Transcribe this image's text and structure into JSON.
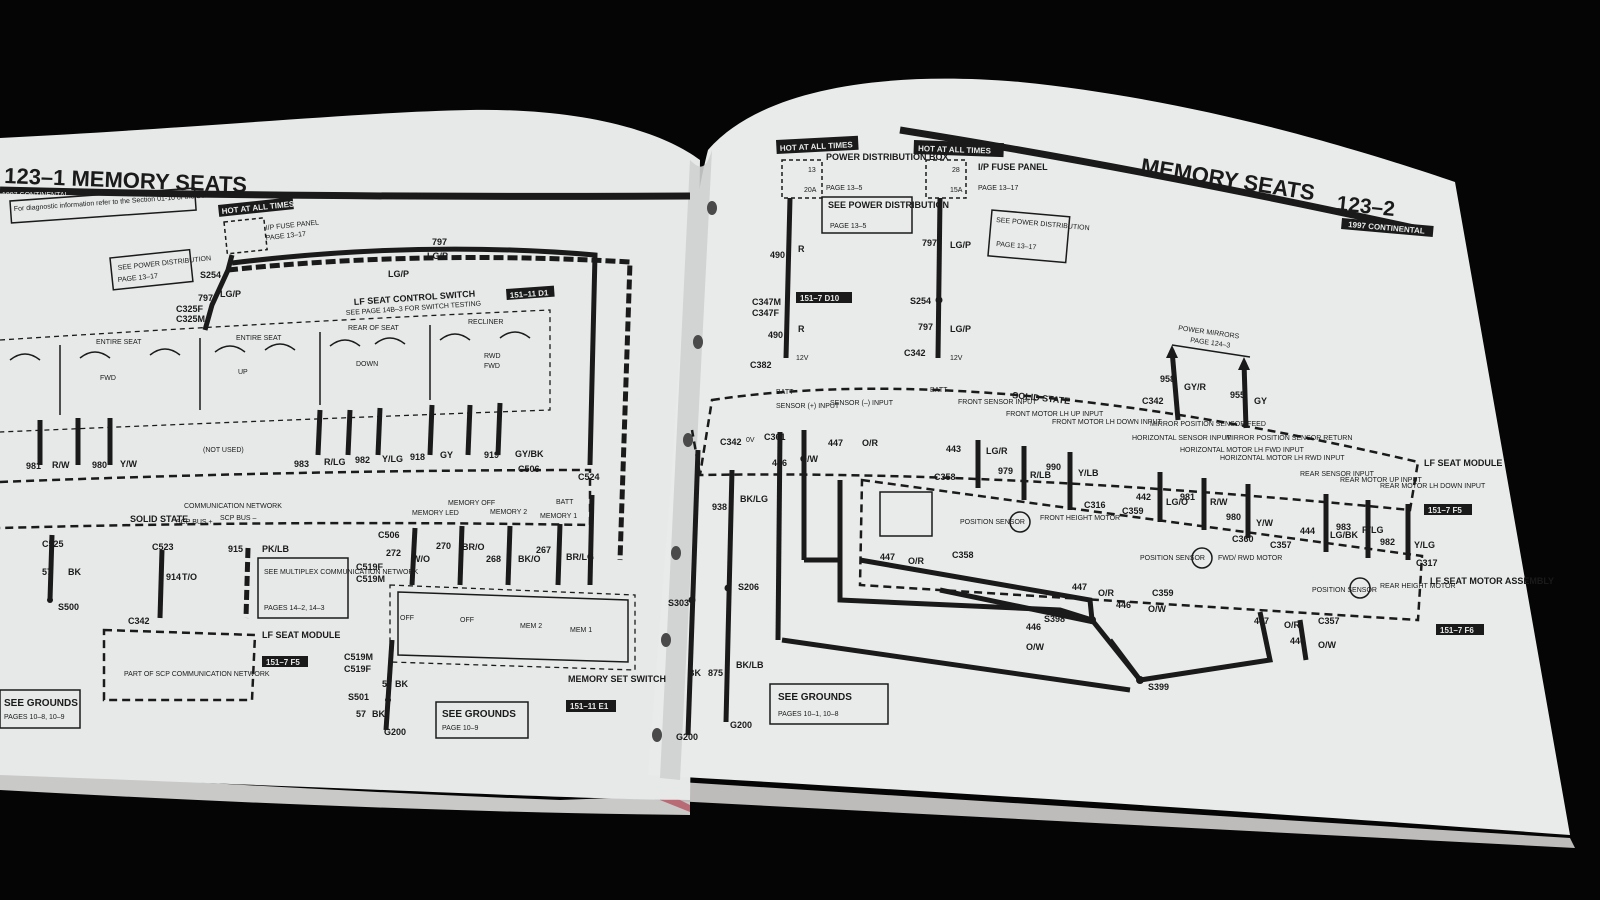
{
  "left_page": {
    "title": "123–1 MEMORY SEATS",
    "subheader": "1997 CONTINENTAL",
    "diag_note": "For diagnostic information refer to the Section 01-10 of the Service Manual.",
    "hot_badge": "HOT AT ALL TIMES",
    "ip_fuse_panel": "I/P FUSE PANEL",
    "ip_fuse_page": "PAGE 13–17",
    "see_power_dist": "SEE POWER DISTRIBUTION",
    "see_power_dist_page": "PAGE 13–17",
    "lf_switch_title": "LF SEAT CONTROL SWITCH",
    "lf_switch_note": "SEE PAGE 14B–3 FOR SWITCH TESTING",
    "lf_switch_ref": "151–11 D1",
    "switch_labels": [
      "ENTIRE SEAT",
      "ENTIRE SEAT",
      "REAR OF SEAT",
      "RECLINER"
    ],
    "switch_dirs": [
      "UP",
      "FWD",
      "DOWN",
      "RWD",
      "FWD"
    ],
    "not_used": "(NOT USED)",
    "solid_state": "SOLID STATE",
    "scp_bus": "SCP BUS +",
    "scp_bus_minus": "SCP BUS –",
    "comm_network": "COMMUNICATION NETWORK",
    "memory_labels": [
      "MEMORY LED",
      "MEMORY OFF",
      "MEMORY 2",
      "MEMORY 1",
      "BATT"
    ],
    "see_multiplex": "SEE MULTIPLEX COMMUNICATION NETWORK",
    "see_multiplex_pages": "PAGES 14–2, 14–3",
    "lf_seat_module": "LF SEAT MODULE",
    "lf_seat_module_ref": "151–7 F5",
    "part_of_scp": "PART OF SCP COMMUNICATION NETWORK",
    "memory_set_switch": "MEMORY SET SWITCH",
    "memory_set_ref": "151–11 E1",
    "switch_positions": [
      "OFF",
      "OFF",
      "MEM 2",
      "MEM 1"
    ],
    "see_grounds": "SEE GROUNDS",
    "see_grounds_page": "PAGE 10–9",
    "see_grounds_left": "SEE GROUNDS",
    "see_grounds_left_pages": "PAGES 10–8, 10–9",
    "wire_labels": [
      "797",
      "LG/P",
      "LG/P",
      "797",
      "LG/P",
      "S254",
      "C325F",
      "C325M",
      "R/LG",
      "Y/LG",
      "GY",
      "GY/BK",
      "R/W",
      "Y/W",
      "983",
      "982",
      "918",
      "919",
      "981",
      "980",
      "C506",
      "C524",
      "C506",
      "W/O",
      "BR/O",
      "BK/O",
      "BR/LG",
      "270",
      "268",
      "267",
      "272",
      "C519F",
      "C519M",
      "C519M",
      "C519F",
      "57",
      "BK",
      "S501",
      "57",
      "BK",
      "G200",
      "914",
      "T/O",
      "915",
      "PK/LB",
      "C342",
      "C523",
      "C525",
      "57",
      "BK",
      "S500"
    ]
  },
  "right_page": {
    "title": "MEMORY SEATS",
    "page_num": "123–2",
    "subheader": "1997 CONTINENTAL",
    "hot_badge_1": "HOT AT ALL TIMES",
    "hot_badge_2": "HOT AT ALL TIMES",
    "power_dist_box": "POWER DISTRIBUTION BOX",
    "power_dist_box_page": "PAGE 13–5",
    "ip_fuse_panel": "I/P FUSE PANEL",
    "ip_fuse_panel_page": "PAGE 13–17",
    "fuse_1": "20A",
    "fuse_2": "15A",
    "fuse_num_1": "13",
    "fuse_num_2": "28",
    "see_pd_1": "SEE POWER DISTRIBUTION",
    "see_pd_1_page": "PAGE 13–5",
    "see_pd_2": "SEE POWER DISTRIBUTION",
    "see_pd_2_page": "PAGE 13–17",
    "wire_490_a": "490",
    "wire_R_a": "R",
    "c347m": "C347M",
    "c347f": "C347F",
    "ref_d10": "151–7 D10",
    "wire_490_b": "490",
    "wire_R_b": "R",
    "c382": "C382",
    "v12_a": "12V",
    "batt_a": "BATT",
    "wire_797_a": "797",
    "wire_lgp_a": "LG/P",
    "s254": "S254",
    "wire_797_b": "797",
    "wire_lgp_b": "LG/P",
    "c342": "C342",
    "v12_b": "12V",
    "batt_b": "BATT",
    "power_mirrors": "POWER MIRRORS",
    "power_mirrors_page": "PAGE 124–3",
    "wire_958": "958",
    "wire_gyr": "GY/R",
    "wire_955": "955",
    "wire_gy": "GY",
    "c342_b": "C342",
    "solid_state": "SOLID STATE",
    "sensor_plus": "SENSOR (+) INPUT",
    "sensor_minus": "SENSOR (–) INPUT",
    "front_sensor": "FRONT SENSOR INPUT",
    "front_motor_up": "FRONT MOTOR LH UP INPUT",
    "front_motor_down": "FRONT MOTOR LH DOWN INPUT",
    "horiz_sensor": "HORIZONTAL SENSOR INPUT",
    "mirror_feed": "MIRROR POSITION SENSOR FEED",
    "horiz_motor_fwd": "HORIZONTAL MOTOR LH FWD INPUT",
    "horiz_motor_rwd": "HORIZONTAL MOTOR LH RWD INPUT",
    "mirror_return": "MIRROR POSITION SENSOR RETURN",
    "rear_sensor": "REAR SENSOR INPUT",
    "rear_motor_up": "REAR MOTOR UP INPUT",
    "rear_motor_down": "REAR MOTOR LH DOWN INPUT",
    "lf_seat_module": "LF SEAT MODULE",
    "lf_seat_module_ref": "151–7 F5",
    "c361": "C361",
    "c342_c": "C342",
    "wire_447": "447",
    "wire_or": "O/R",
    "wire_446": "446",
    "wire_ow": "O/W",
    "wire_443": "443",
    "wire_lgr": "LG/R",
    "wire_979": "979",
    "wire_rlb": "R/LB",
    "wire_990": "990",
    "wire_ylb": "Y/LB",
    "c358": "C358",
    "c316": "C316",
    "c359": "C359",
    "wire_442": "442",
    "wire_lgo": "LG/O",
    "wire_981": "981",
    "wire_rw": "R/W",
    "wire_980": "980",
    "wire_yw": "Y/W",
    "c360": "C360",
    "c357": "C357",
    "wire_444": "444",
    "wire_lgbk": "LG/BK",
    "wire_983": "983",
    "wire_rlg": "R/LG",
    "wire_982": "982",
    "wire_ylg": "Y/LG",
    "c317": "C317",
    "position_sensor": "POSITION SENSOR",
    "front_height_motor": "FRONT HEIGHT MOTOR",
    "fwd_rwd_motor": "FWD/ RWD MOTOR",
    "rear_height_motor": "REAR HEIGHT MOTOR",
    "lf_seat_motor_assembly": "LF SEAT MOTOR ASSEMBLY",
    "lf_seat_motor_ref": "151–7 F6",
    "s398": "S398",
    "s399": "S399",
    "s206": "S206",
    "s303": "S303",
    "wire_938": "938",
    "wire_bklg": "BK/LG",
    "wire_875": "875",
    "wire_bklb": "BK/LB",
    "wire_bk": "BK",
    "g200_a": "G200",
    "g200_b": "G200",
    "see_grounds": "SEE GROUNDS",
    "see_grounds_pages": "PAGES 10–1, 10–8",
    "c358_b": "C358",
    "c359_b": "C359",
    "c357_b": "C357",
    "wire_447_b": "447",
    "wire_or_b": "O/R",
    "wire_446_b": "446",
    "wire_ow_b": "O/W",
    "wire_447_c": "447",
    "wire_or_c": "O/R",
    "wire_446_c": "446",
    "wire_ow_c": "O/W",
    "wire_447_d": "447",
    "wire_or_d": "O/R",
    "wire_446_d": "446",
    "wire_ow_d": "O/W",
    "v0": "0V"
  }
}
